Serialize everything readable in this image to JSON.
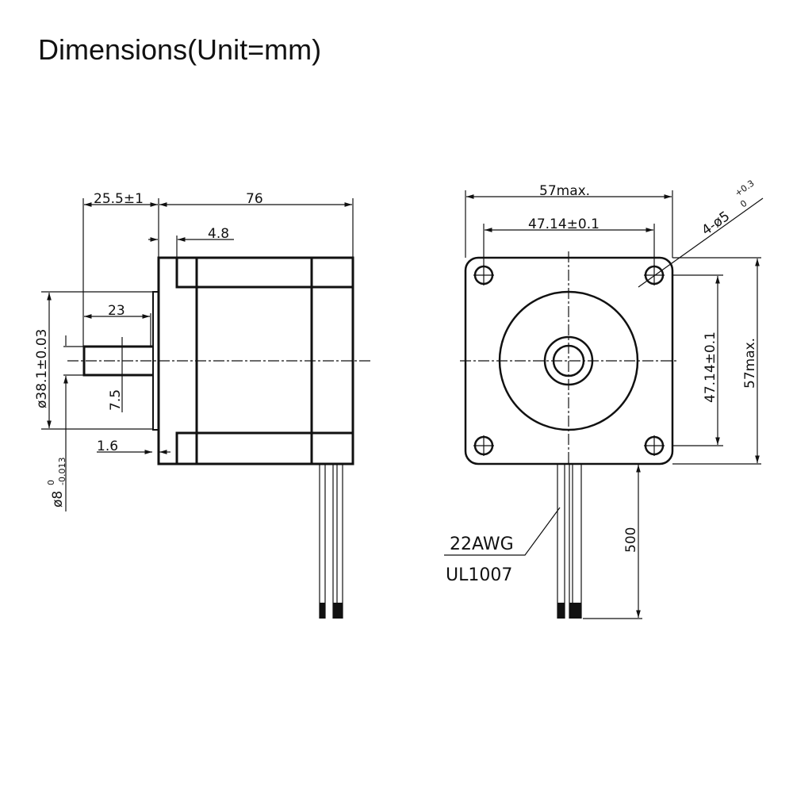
{
  "title": "Dimensions(Unit=mm)",
  "side_view": {
    "shaft_extension": "25.5±1",
    "body_length": "76",
    "flange_thickness": "4.8",
    "shaft_flat_length": "23",
    "pilot_diameter": "ø38.1±0.03",
    "shaft_flat_depth": "7.5",
    "pilot_height": "1.6",
    "shaft_diameter": "ø8",
    "shaft_tol_upper": "0",
    "shaft_tol_lower": "-0.013"
  },
  "front_view": {
    "width": "57max.",
    "hole_spacing_h": "47.14±0.1",
    "hole_spec": "4-ø5",
    "hole_tol_upper": "+0.3",
    "hole_tol_lower": "0",
    "hole_spacing_v": "47.14±0.1",
    "height": "57max.",
    "lead_length": "500",
    "wire_gauge": "22AWG",
    "wire_type": "UL1007"
  }
}
